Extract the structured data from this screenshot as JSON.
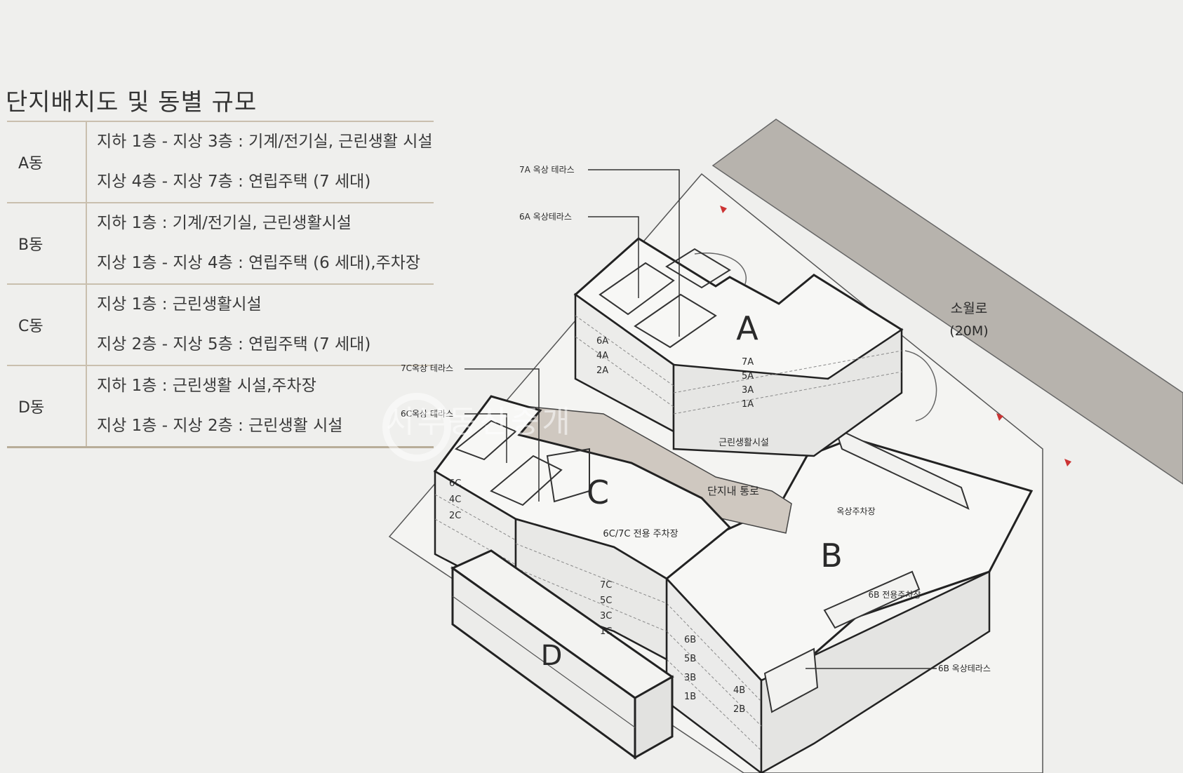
{
  "title": "단지배치도 및 동별 규모",
  "buildings": [
    {
      "name": "A동",
      "lines": [
        "지하 1층 - 지상 3층 : 기계/전기실, 근린생활 시설",
        "지상 4층 - 지상 7층 : 연립주택 (7 세대)"
      ]
    },
    {
      "name": "B동",
      "lines": [
        "지하 1층 : 기계/전기실, 근린생활시설",
        "지상 1층 - 지상 4층 : 연립주택 (6 세대),주차장"
      ]
    },
    {
      "name": "C동",
      "lines": [
        "지상 1층 : 근린생활시설",
        "지상 2층 - 지상 5층 : 연립주택 (7 세대)"
      ]
    },
    {
      "name": "D동",
      "lines": [
        "지하 1층 : 근린생활 시설,주차장",
        "지상 1층 - 지상 2층 : 근린생활 시설"
      ]
    }
  ],
  "diagram": {
    "letters": {
      "a": "A",
      "b": "B",
      "c": "C",
      "d": "D"
    },
    "road": {
      "name": "소월로",
      "width": "(20M)"
    },
    "callouts": {
      "t7a": "7A 옥상 테라스",
      "t6a": "6A 옥상테라스",
      "t7c": "7C옥상 테라스",
      "t6c": "6C옥상 테라스",
      "t6b": "6B 옥상테라스"
    },
    "areas": {
      "neighborhood": "근린생활시설",
      "rooftop_parking": "옥상주차장",
      "c_parking": "6C/7C 전용 주차장",
      "b_parking": "6B 전용주차장",
      "inner_road": "단지내 통로"
    },
    "floors": {
      "a_left": [
        "6A",
        "4A",
        "2A"
      ],
      "a_right": [
        "7A",
        "5A",
        "3A",
        "1A"
      ],
      "c_left": [
        "6C",
        "4C",
        "2C"
      ],
      "c_right": [
        "7C",
        "5C",
        "3C",
        "1C"
      ],
      "b_left": [
        "6B",
        "5B",
        "3B",
        "1B"
      ],
      "b_right": [
        "4B",
        "2B"
      ]
    }
  },
  "watermark": "서부동산중개"
}
